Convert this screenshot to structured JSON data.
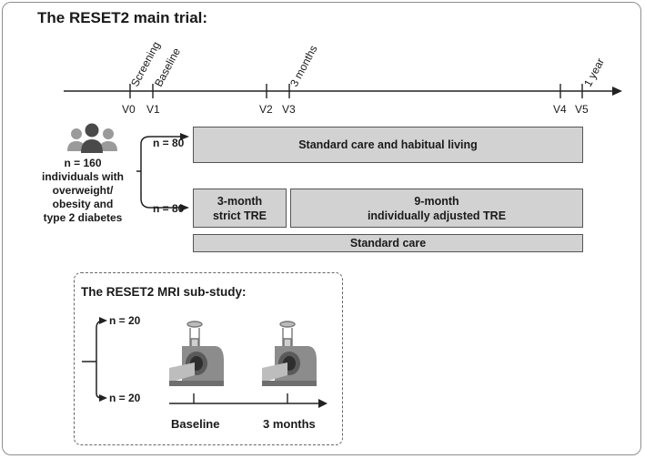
{
  "title": "The RESET2 main trial:",
  "timeline": {
    "visits": [
      "V0",
      "V1",
      "V2",
      "V3",
      "V4",
      "V5"
    ],
    "milestones": [
      "Screening",
      "Baseline",
      "3 months",
      "1 year"
    ]
  },
  "population": {
    "count": "n = 160",
    "description_lines": [
      "individuals with",
      "overweight/",
      "obesity and",
      "type 2 diabetes"
    ],
    "icon": "people-group-icon"
  },
  "arms": {
    "upper_n": "n = 80",
    "lower_n": "n = 80",
    "standard_care_habitual": "Standard care and habitual living",
    "strict_tre_line1": "3-month",
    "strict_tre_line2": "strict TRE",
    "adjusted_tre_line1": "9-month",
    "adjusted_tre_line2": "individually adjusted TRE",
    "standard_care": "Standard care"
  },
  "mri_substudy": {
    "title": "The RESET2 MRI sub-study:",
    "upper_n": "n = 20",
    "lower_n": "n = 20",
    "timepoints": [
      "Baseline",
      "3 months"
    ],
    "icons": [
      "blood-tube-icon",
      "mri-scanner-icon"
    ]
  },
  "colors": {
    "box_fill": "#d2d2d2",
    "line": "#222222",
    "icon_gray": "#9a9a9a"
  }
}
